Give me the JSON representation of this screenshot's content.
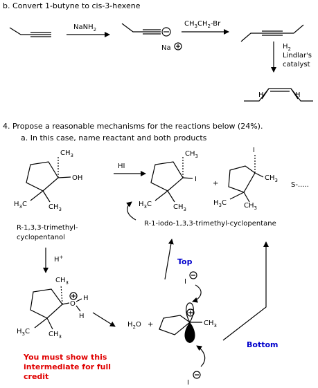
{
  "part_b": {
    "heading": "b. Convert 1-butyne to cis-3-hexene",
    "reagent_1": "NaNH",
    "reagent_1_sub": "2",
    "counterion": "Na",
    "reagent_2": "CH",
    "reagent_2_sub1": "3",
    "reagent_2_mid": "CH",
    "reagent_2_sub2": "2",
    "reagent_2_end": "-Br",
    "reagent_3_a": "H",
    "reagent_3_a_sub": "2",
    "reagent_3_b": "Lindlar's",
    "reagent_3_c": "catalyst",
    "h_left": "H",
    "h_right": "H"
  },
  "question_4": {
    "heading": "4. Propose a reasonable mechanisms for the reactions below (24%).",
    "sub_heading": "a. In this case, name reactant and both products",
    "reactant_ch3": "CH",
    "reactant_ch3_sub": "3",
    "reactant_oh": "OH",
    "reagent_hi": "HI",
    "h3c_left_a": "H",
    "h3c_left_sub": "3",
    "h3c_left_b": "C",
    "ch3_right": "CH",
    "ch3_right_sub": "3",
    "product1_ch3": "CH",
    "product1_ch3_sub": "3",
    "product1_i": "I",
    "plus": "+",
    "product2_i": "I",
    "product2_ch3": "CH",
    "product2_ch3_sub": "3",
    "s_label": "S-.....",
    "reactant_name_1": "R-1,3,3-trimethyl-",
    "reactant_name_2": "cyclopentanol",
    "product_name": "R-1-iodo-1,3,3-trimethyl-cyclopentane",
    "h_plus": "H",
    "h_plus_sup": "+",
    "top_label": "Top",
    "bottom_label": "Bottom",
    "iodide_top": "I",
    "iodide_bottom": "I",
    "oxonium_ch3": "CH",
    "oxonium_ch3_sub": "3",
    "oxonium_o": "O",
    "oxonium_h1": "H",
    "oxonium_h2": "H",
    "water": "H",
    "water_sub": "2",
    "water_o": "O",
    "water_plus": "+",
    "carbocation_ch3": "CH",
    "carbocation_ch3_sub": "3",
    "warning_1": "You must show this",
    "warning_2": "intermediate for full",
    "warning_3": "credit"
  }
}
